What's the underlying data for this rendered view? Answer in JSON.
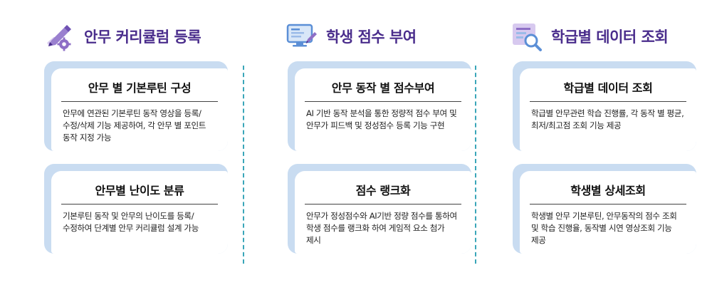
{
  "columns": [
    {
      "title": "안무 커리큘럼 등록",
      "icon": "pencil-gear-icon",
      "cards": [
        {
          "title": "안무 별 기본루틴 구성",
          "desc": "안무에 연관된 기본루틴 동작 영상을 등록/수정/삭제 기능 제공하여, 각 안무 별 포인트 동작 지정 가능"
        },
        {
          "title": "안무별 난이도 분류",
          "desc": "기본루틴 동작 및 안무의 난이도를 등록/수정하여 단계별 안무 커리큘럼 설계 가능"
        }
      ]
    },
    {
      "title": "학생 점수 부여",
      "icon": "monitor-pen-icon",
      "cards": [
        {
          "title": "안무 동작 별 점수부여",
          "desc": "AI 기반 동작 분석을 통한 정량적 점수  부여 및 안무가 피드백 및 정성점수 등록 기능 구현"
        },
        {
          "title": "점수 랭크화",
          "desc": "안무가 정성점수와 AI기반 정량 점수를 통하여 학생 점수를 랭크화 하여 게임적 요소 첨가 제시"
        }
      ]
    },
    {
      "title": "학급별 데이터 조회",
      "icon": "document-search-icon",
      "cards": [
        {
          "title": "학급별 데이터 조회",
          "desc": "학급별 안무관련 학습 진행률, 각 동작 별 평균,  최저/최고점 조회 기능 제공"
        },
        {
          "title": "학생별 상세조회",
          "desc": "학생별 안무 기본루틴, 안무동작의 점수 조회 및 학습 진행율, 동작별 시연 영상조회 기능 제공"
        }
      ]
    }
  ],
  "colors": {
    "title": "#4a2d8c",
    "card_bg": "#c9dcf1",
    "divider": "#3aa6b9",
    "icon_purple": "#8e6fc6",
    "icon_blue": "#5b8fd6"
  }
}
